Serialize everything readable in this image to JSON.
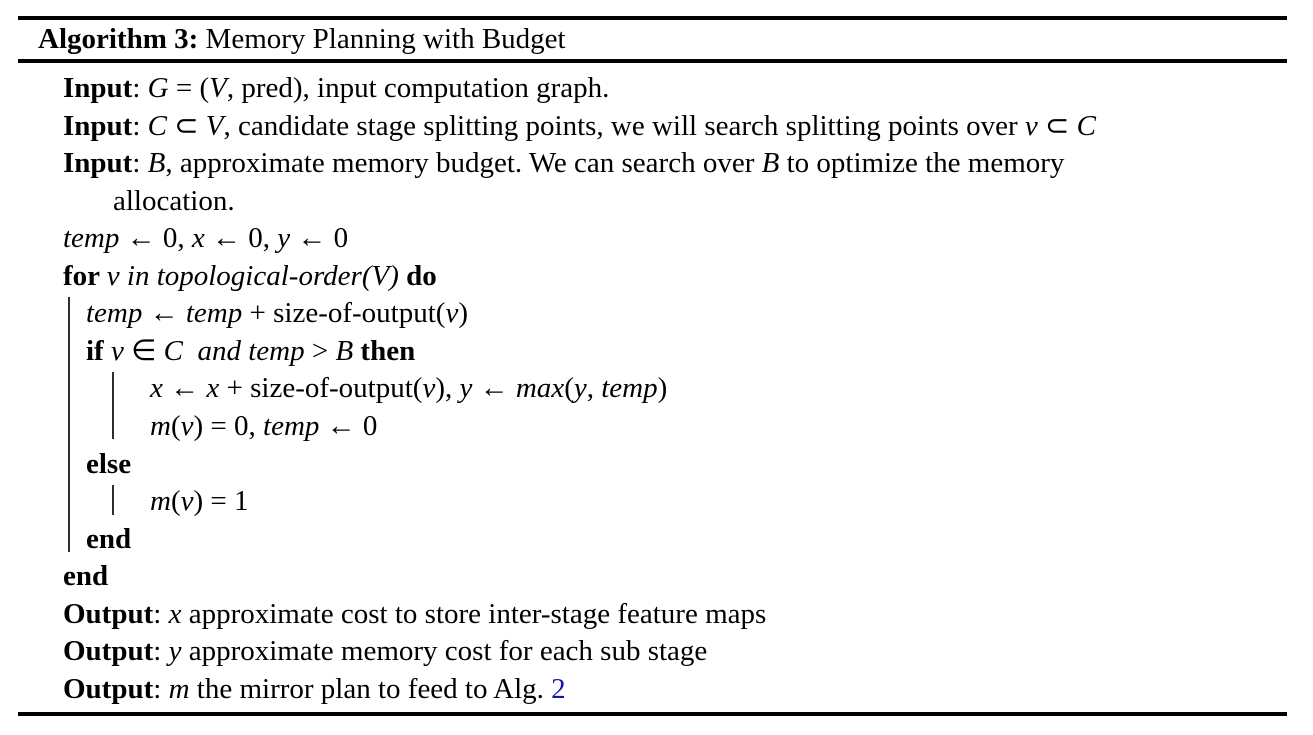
{
  "title": {
    "label": "Algorithm 3:",
    "rest": " Memory Planning with Budget"
  },
  "colors": {
    "text": "#000000",
    "rule": "#000000",
    "link": "#1414AA"
  },
  "lines": [
    {
      "ind": "io",
      "seg": [
        {
          "t": "Input",
          "s": "b"
        },
        {
          "t": ": ",
          "s": ""
        },
        {
          "t": "G",
          "s": "i"
        },
        {
          "t": " = (",
          "s": ""
        },
        {
          "t": "V",
          "s": "i"
        },
        {
          "t": ", pred), input computation graph.",
          "s": ""
        }
      ]
    },
    {
      "ind": "io",
      "seg": [
        {
          "t": "Input",
          "s": "b"
        },
        {
          "t": ": ",
          "s": ""
        },
        {
          "t": "C",
          "s": "i"
        },
        {
          "t": " ⊂ ",
          "s": ""
        },
        {
          "t": "V",
          "s": "i"
        },
        {
          "t": ", candidate stage splitting points, we will search splitting points over ",
          "s": ""
        },
        {
          "t": "v",
          "s": "i"
        },
        {
          "t": " ⊂ ",
          "s": ""
        },
        {
          "t": "C",
          "s": "i"
        }
      ]
    },
    {
      "ind": "io",
      "seg": [
        {
          "t": "Input",
          "s": "b"
        },
        {
          "t": ": ",
          "s": ""
        },
        {
          "t": "B",
          "s": "i"
        },
        {
          "t": ", approximate memory budget. We can search over ",
          "s": ""
        },
        {
          "t": "B",
          "s": "i"
        },
        {
          "t": " to optimize the memory",
          "s": ""
        }
      ]
    },
    {
      "ind": "cont",
      "seg": [
        {
          "t": "allocation.",
          "s": ""
        }
      ]
    },
    {
      "ind": "0",
      "seg": [
        {
          "t": "temp",
          "s": "i"
        },
        {
          "t": " ← 0, ",
          "s": ""
        },
        {
          "t": "x",
          "s": "i"
        },
        {
          "t": " ← 0, ",
          "s": ""
        },
        {
          "t": "y",
          "s": "i"
        },
        {
          "t": " ← 0",
          "s": ""
        }
      ]
    },
    {
      "ind": "0",
      "seg": [
        {
          "t": "for ",
          "s": "b"
        },
        {
          "t": "v in topological-order(V) ",
          "s": "i"
        },
        {
          "t": "do",
          "s": "b"
        }
      ]
    },
    {
      "ind": "1",
      "seg": [
        {
          "t": "temp",
          "s": "i"
        },
        {
          "t": " ← ",
          "s": ""
        },
        {
          "t": "temp",
          "s": "i"
        },
        {
          "t": " + size-of-output(",
          "s": ""
        },
        {
          "t": "v",
          "s": "i"
        },
        {
          "t": ")",
          "s": ""
        }
      ]
    },
    {
      "ind": "1",
      "seg": [
        {
          "t": "if ",
          "s": "b"
        },
        {
          "t": "v",
          "s": "i"
        },
        {
          "t": " ∈ ",
          "s": ""
        },
        {
          "t": "C",
          "s": "i"
        },
        {
          "t": "  ",
          "s": ""
        },
        {
          "t": "and temp",
          "s": "i"
        },
        {
          "t": " > ",
          "s": ""
        },
        {
          "t": "B",
          "s": "i"
        },
        {
          "t": " ",
          "s": ""
        },
        {
          "t": "then",
          "s": "b"
        }
      ]
    },
    {
      "ind": "2",
      "seg": [
        {
          "t": "x",
          "s": "i"
        },
        {
          "t": " ← ",
          "s": ""
        },
        {
          "t": "x",
          "s": "i"
        },
        {
          "t": " + size-of-output(",
          "s": ""
        },
        {
          "t": "v",
          "s": "i"
        },
        {
          "t": "), ",
          "s": ""
        },
        {
          "t": "y",
          "s": "i"
        },
        {
          "t": " ← ",
          "s": ""
        },
        {
          "t": "max",
          "s": "i"
        },
        {
          "t": "(",
          "s": ""
        },
        {
          "t": "y",
          "s": "i"
        },
        {
          "t": ", ",
          "s": ""
        },
        {
          "t": "temp",
          "s": "i"
        },
        {
          "t": ")",
          "s": ""
        }
      ]
    },
    {
      "ind": "2",
      "seg": [
        {
          "t": "m",
          "s": "i"
        },
        {
          "t": "(",
          "s": ""
        },
        {
          "t": "v",
          "s": "i"
        },
        {
          "t": ") = 0, ",
          "s": ""
        },
        {
          "t": "temp",
          "s": "i"
        },
        {
          "t": " ← 0",
          "s": ""
        }
      ]
    },
    {
      "ind": "1",
      "seg": [
        {
          "t": "else",
          "s": "b"
        }
      ]
    },
    {
      "ind": "2",
      "seg": [
        {
          "t": "m",
          "s": "i"
        },
        {
          "t": "(",
          "s": ""
        },
        {
          "t": "v",
          "s": "i"
        },
        {
          "t": ") = 1",
          "s": ""
        }
      ]
    },
    {
      "ind": "1",
      "seg": [
        {
          "t": "end",
          "s": "b"
        }
      ]
    },
    {
      "ind": "0",
      "seg": [
        {
          "t": "end",
          "s": "b"
        }
      ]
    },
    {
      "ind": "io",
      "seg": [
        {
          "t": "Output",
          "s": "b"
        },
        {
          "t": ": ",
          "s": ""
        },
        {
          "t": "x",
          "s": "i"
        },
        {
          "t": " approximate cost to store inter-stage feature maps",
          "s": ""
        }
      ]
    },
    {
      "ind": "io",
      "seg": [
        {
          "t": "Output",
          "s": "b"
        },
        {
          "t": ": ",
          "s": ""
        },
        {
          "t": "y",
          "s": "i"
        },
        {
          "t": " approximate memory cost for each sub stage",
          "s": ""
        }
      ]
    },
    {
      "ind": "io",
      "seg": [
        {
          "t": "Output",
          "s": "b"
        },
        {
          "t": ": ",
          "s": ""
        },
        {
          "t": "m",
          "s": "i"
        },
        {
          "t": " the mirror plan to feed to Alg. ",
          "s": ""
        },
        {
          "t": "2",
          "s": "link"
        }
      ]
    }
  ],
  "blocks": [
    {
      "level": 1,
      "start": 6,
      "end": 12
    },
    {
      "level": 2,
      "start": 8,
      "end": 9
    },
    {
      "level": 2,
      "start": 11,
      "end": 11
    }
  ]
}
